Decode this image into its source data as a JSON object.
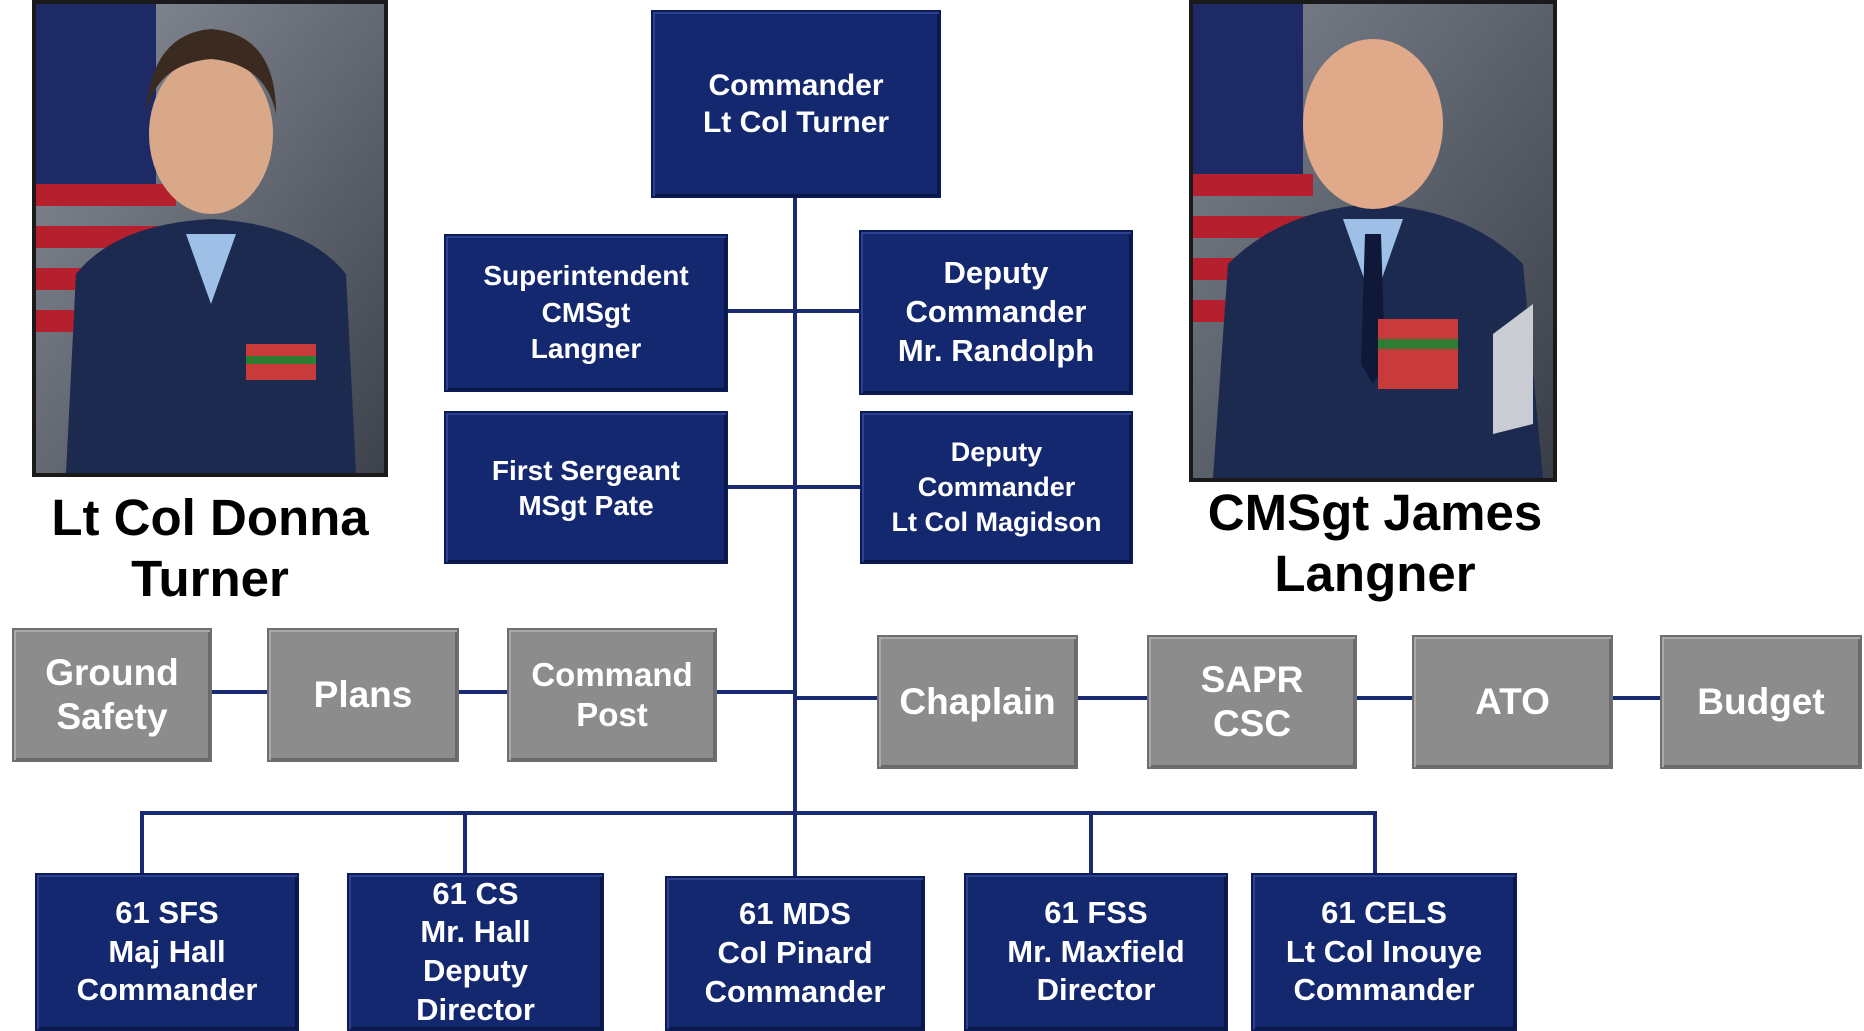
{
  "commander": "Commander\nLt Col Turner",
  "superintendent": "Superintendent\nCMSgt\nLangner",
  "deputy_commander_1": "Deputy\nCommander\nMr. Randolph",
  "first_sergeant": "First Sergeant\nMSgt Pate",
  "deputy_commander_2": "Deputy\nCommander\nLt Col Magidson",
  "staff_left": [
    "Ground\nSafety",
    "Plans",
    "Command\nPost"
  ],
  "staff_right": [
    "Chaplain",
    "SAPR\nCSC",
    "ATO",
    "Budget"
  ],
  "units": [
    "61 SFS\nMaj Hall\nCommander",
    "61 CS\nMr. Hall\nDeputy\nDirector",
    "61 MDS\nCol Pinard\nCommander",
    "61 FSS\nMr. Maxfield\nDirector",
    "61 CELS\nLt Col Inouye\nCommander"
  ],
  "left_photo_caption": "Lt Col Donna\nTurner",
  "right_photo_caption": "CMSgt James\nLangner",
  "colors": {
    "unit_blue": "#14286f",
    "staff_gray": "#8c8c8c",
    "connector": "#1a2a72"
  }
}
